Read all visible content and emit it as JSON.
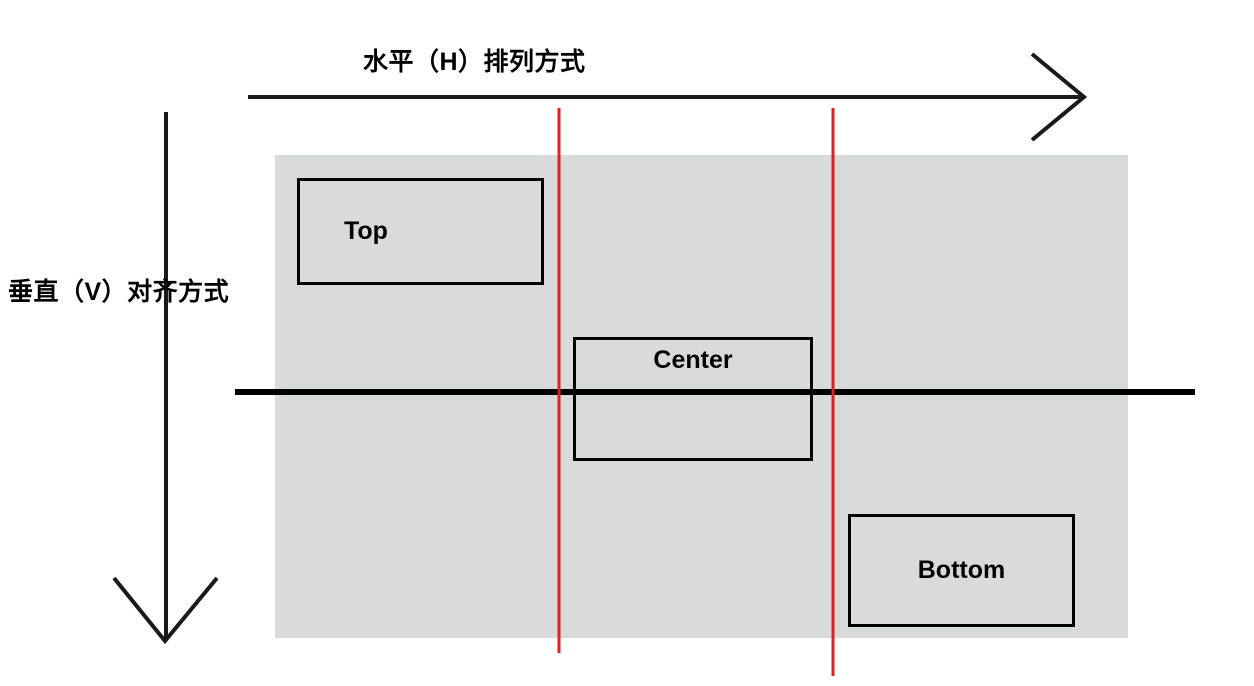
{
  "diagram": {
    "title_horizontal": "水平（H）排列方式",
    "title_vertical": "垂直（V）对齐方式",
    "panel_color": "#d9dada",
    "guide_color": "#e02020",
    "line_color": "#000000",
    "boxes": [
      {
        "label": "Top"
      },
      {
        "label": "Center"
      },
      {
        "label": "Bottom"
      }
    ],
    "guides": {
      "vertical_left_label": "",
      "vertical_right_label": "",
      "horizontal_center_label": ""
    }
  }
}
